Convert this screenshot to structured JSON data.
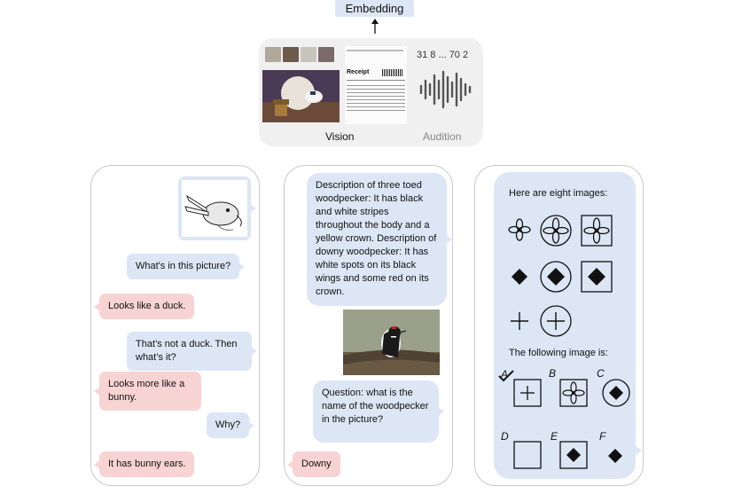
{
  "top": {
    "embedding_label": "Embedding",
    "vision_label": "Vision",
    "audition_label": "Audition",
    "audio_tokens": "31 8 ... 70 2",
    "receipt_title": "Receipt"
  },
  "panel1": {
    "messages": [
      {
        "who": "user",
        "text": "What's in this picture?"
      },
      {
        "who": "model",
        "text": "Looks like a duck."
      },
      {
        "who": "user",
        "text": "That’s not a duck. Then what’s it?"
      },
      {
        "who": "model",
        "text": "Looks more like a bunny."
      },
      {
        "who": "user",
        "text": "Why?"
      },
      {
        "who": "model",
        "text": "It has bunny ears."
      }
    ]
  },
  "panel2": {
    "description": "Description of three toed woodpecker: It has black and white stripes throughout the body and a yellow crown. Description of downy woodpecker: It has white spots on its black wings and some red on its crown.",
    "question": "Question: what is the name of the woodpecker in the picture?",
    "answer": "Downy"
  },
  "panel3": {
    "intro": "Here are eight images:",
    "following": "The following image is:",
    "options": [
      "A",
      "B",
      "C",
      "D",
      "E",
      "F"
    ],
    "correct_option": "A",
    "accent_color": "#dce6f5",
    "model_color": "#f8d3d3"
  }
}
